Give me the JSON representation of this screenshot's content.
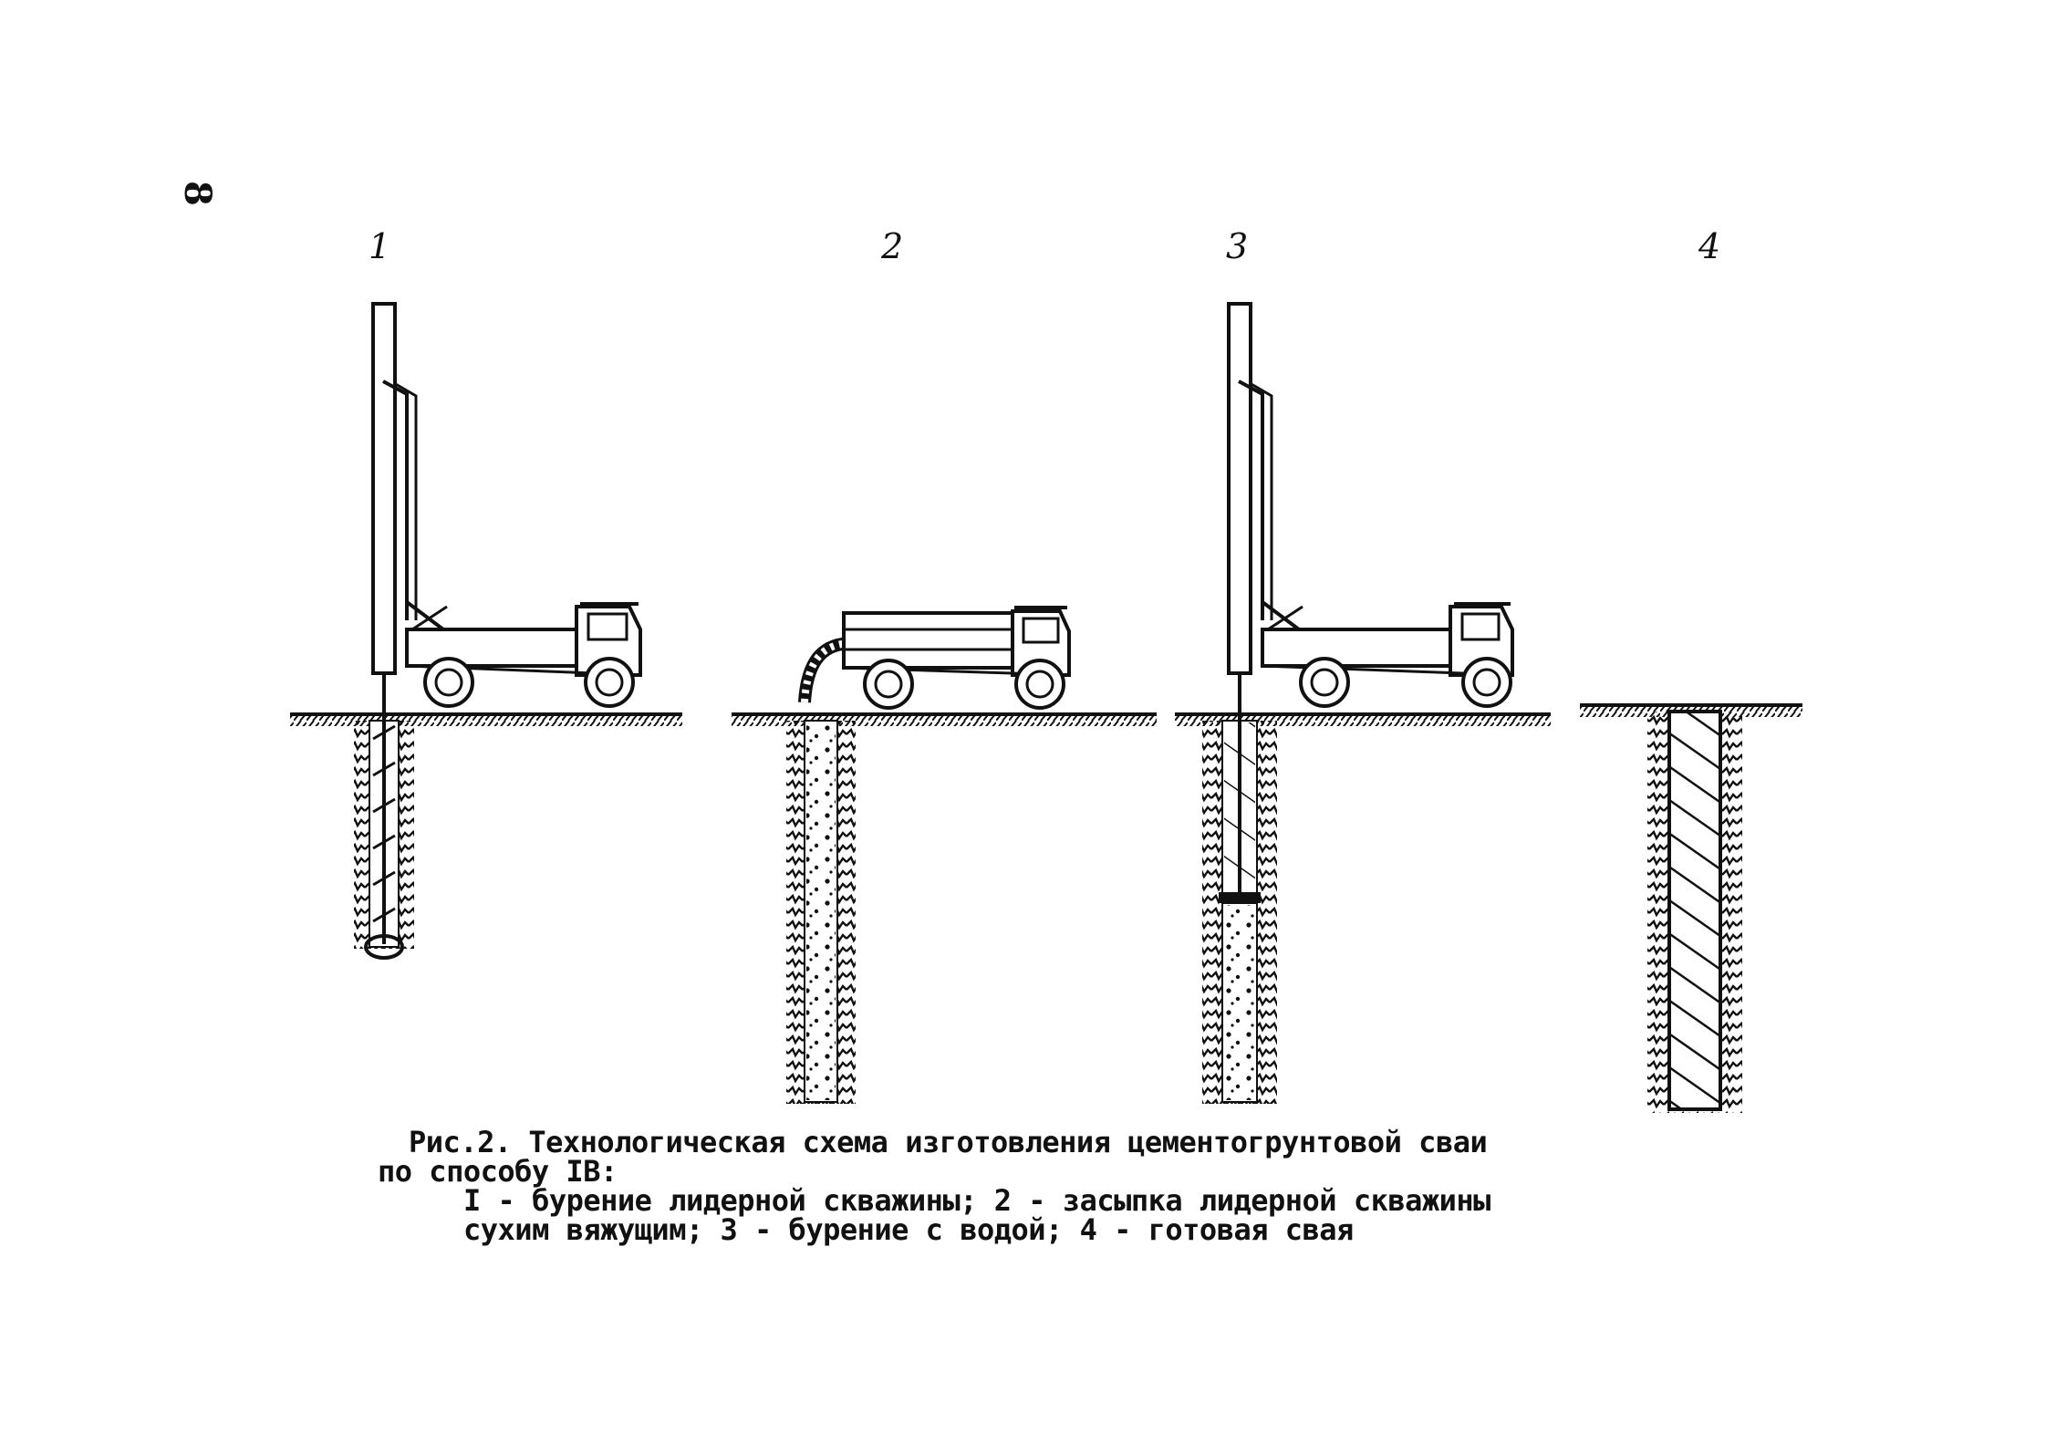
{
  "page_number": "8",
  "step_numbers": [
    "1",
    "2",
    "3",
    "4"
  ],
  "caption": {
    "line1": "Рис.2. Технологическая схема изготовления цементогрунтовой сваи",
    "line2": "по способу IB:",
    "line3": "I - бурение лидерной скважины; 2 - засыпка лидерной скважины",
    "line4": "сухим вяжущим; 3 - бурение с водой; 4 - готовая свая"
  }
}
